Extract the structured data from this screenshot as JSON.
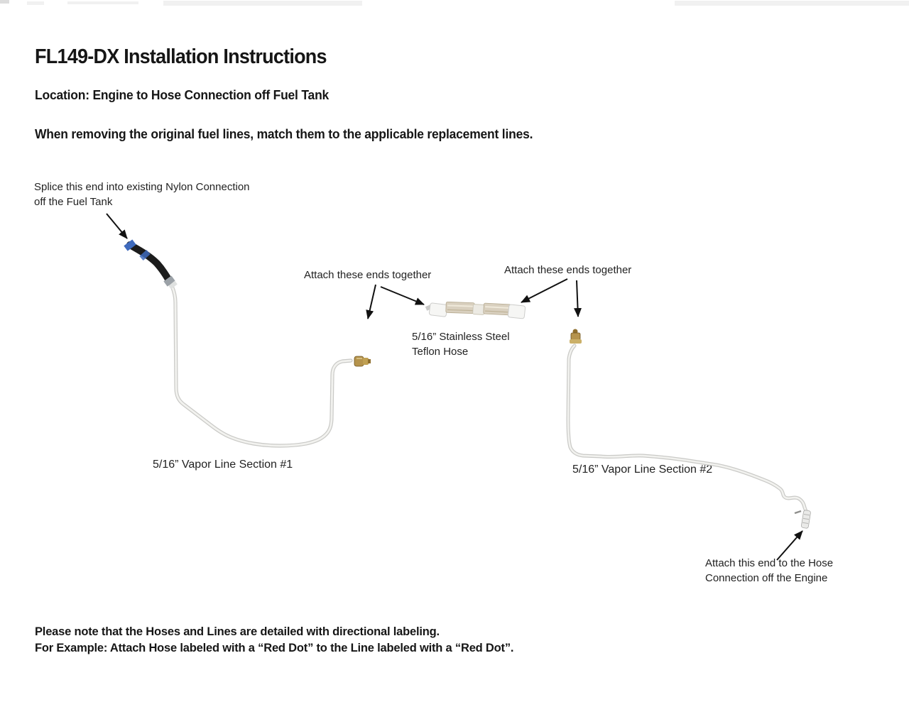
{
  "header": {
    "title": "FL149-DX Installation Instructions",
    "location_line": "Location: Engine to Hose Connection off Fuel Tank",
    "instruction_line": "When removing the original fuel lines, match them to the applicable replacement lines."
  },
  "annotations": {
    "splice_line1": "Splice this end into existing Nylon Connection",
    "splice_line2": "off the Fuel Tank",
    "attach_ends_left": "Attach these ends together",
    "attach_ends_right": "Attach these ends together",
    "stainless_line1": "5/16” Stainless Steel",
    "stainless_line2": "Teflon Hose",
    "vapor_line_1": "5/16” Vapor Line Section #1",
    "vapor_line_2": "5/16” Vapor Line Section #2",
    "engine_line1": "Attach this end to the Hose",
    "engine_line2": "Connection off the Engine"
  },
  "footer": {
    "line1": "Please note that the Hoses and Lines are detailed with directional labeling.",
    "line2": "For Example: Attach Hose labeled with a “Red Dot” to the Line labeled with a “Red Dot”."
  },
  "colors": {
    "arrow": "#111111",
    "tube_edge": "#c9c9c6",
    "tube_core": "#f2f2ef",
    "hose_black": "#1c1c1c",
    "connector_blue": "#3f6abc",
    "clamp_gray": "#9ba1a7",
    "brass": "#b5934c",
    "brass_dark": "#6e541f",
    "braid": "#d9d0bf",
    "fitting_white": "#f6f6f4"
  }
}
